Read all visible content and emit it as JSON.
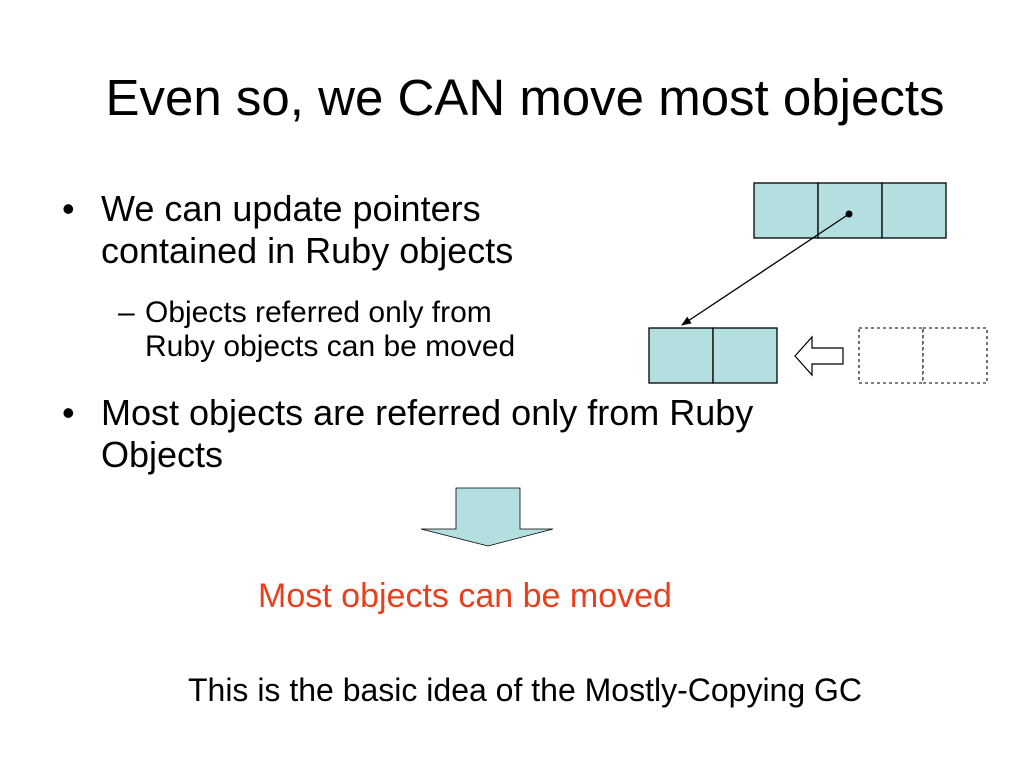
{
  "slide": {
    "title": "Even so, we CAN move most objects",
    "bullets": [
      {
        "marker": "•",
        "lines": [
          "We can update pointers",
          "contained in Ruby objects"
        ]
      },
      {
        "marker": "•",
        "lines": [
          "Most objects are referred only from Ruby",
          "Objects"
        ]
      }
    ],
    "sub_bullet": {
      "marker": "–",
      "lines": [
        "Objects referred only from",
        "Ruby objects can be moved"
      ]
    },
    "result_text": "Most objects can be moved",
    "caption": "This is the basic idea of the Mostly-Copying GC"
  },
  "colors": {
    "cell_fill": "#b4dfe0",
    "result_text": "#e8401c",
    "arrow_fill": "#b4dfe0"
  }
}
